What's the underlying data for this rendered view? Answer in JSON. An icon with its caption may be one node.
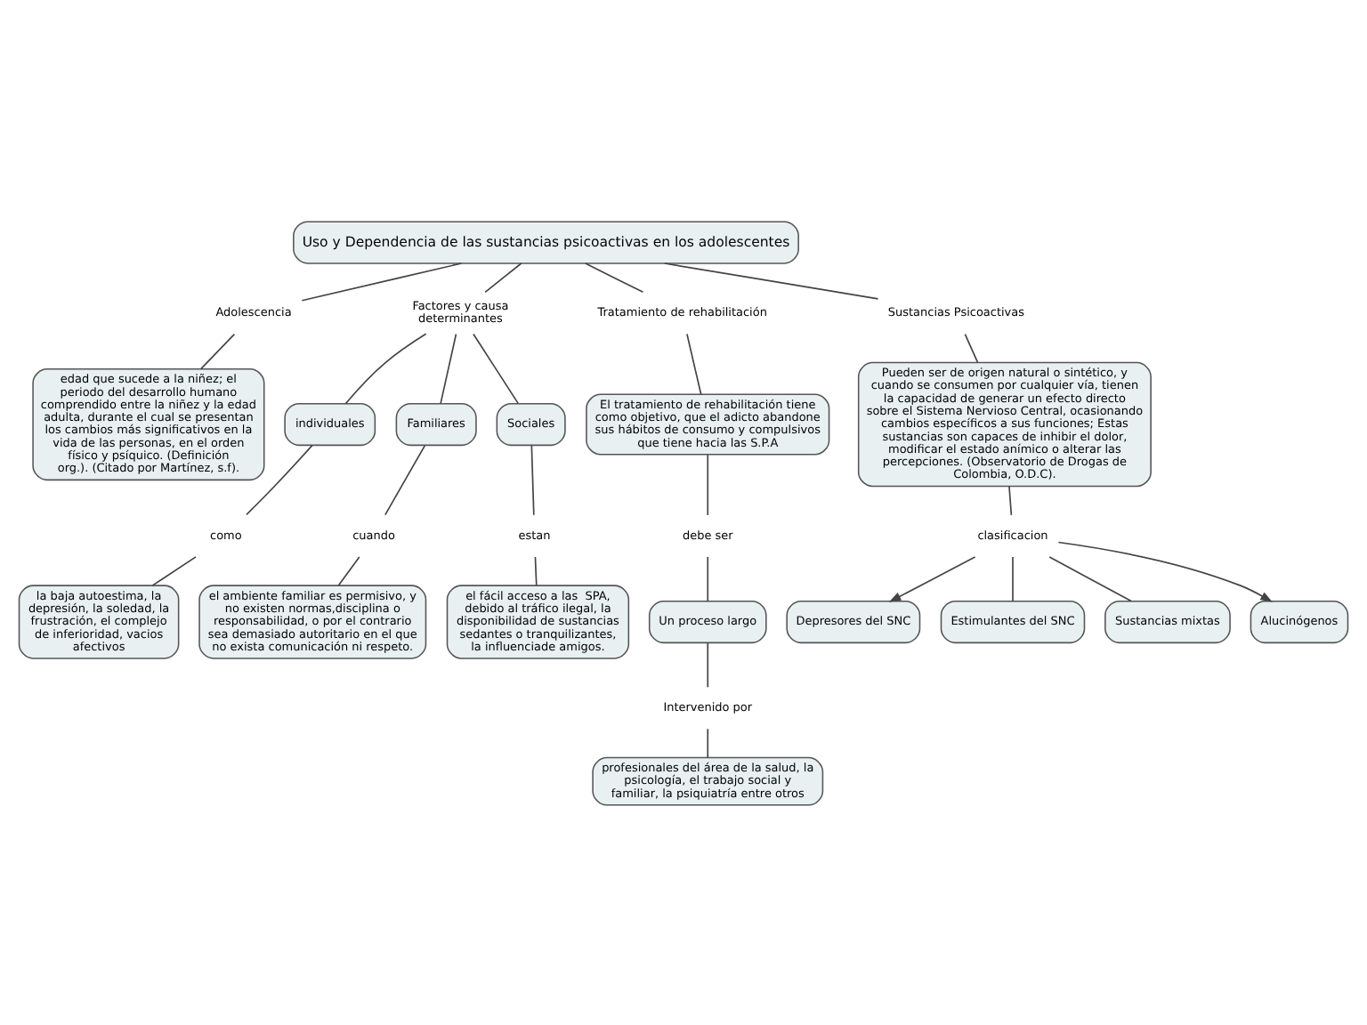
{
  "diagram": {
    "nodes": [
      {
        "text": [
          "Uso y Dependencia de las sustancias psicoactivas en los adolescentes"
        ]
      },
      {
        "text": [
          "Adolescencia"
        ]
      },
      {
        "text": [
          "Factores y causa determinantes"
        ]
      },
      {
        "text": [
          "Tratamiento de rehabilitación"
        ]
      },
      {
        "text": [
          "Sustancias Psicoactivas"
        ]
      },
      {
        "text": [
          "edad que sucede a la niñez; el periodo del desarrollo humano comprendido entre la niñez y la edad adulta, durante el cual se presentan los cambios más significativos en la vida de las personas, en el orden físico y psíquico. (Definición org.). (Citado por Martínez, s.f)."
        ]
      },
      {
        "text": [
          "individuales"
        ]
      },
      {
        "text": [
          "Familiares"
        ]
      },
      {
        "text": [
          "Sociales"
        ]
      },
      {
        "text": [
          "El tratamiento de rehabilitación tiene como objetivo, que el adicto abandone sus hábitos de consumo y compulsivos que tiene hacia las S.P.A"
        ]
      },
      {
        "text": [
          "Pueden ser de origen natural o sintético, y cuando se consumen por cualquier vía, tienen la capacidad de generar un efecto directo sobre el Sistema Nervioso Central, ocasionando cambios específicos a sus funciones; Estas sustancias son capaces de inhibir el dolor, modificar el estado anímico o alterar las percepciones. (Observatorio de Drogas de Colombia, O.D.C)."
        ]
      },
      {
        "text": [
          "como"
        ]
      },
      {
        "text": [
          "cuando"
        ]
      },
      {
        "text": [
          "estan"
        ]
      },
      {
        "text": [
          "la baja autoestima, la depresión, la soledad, la frustración, el complejo de inferioridad, vacios afectivos"
        ]
      },
      {
        "text": [
          "el ambiente familiar es permisivo, y no existen normas,disciplina o responsabilidad, o por el contrario sea demasiado autoritario en el que no exista comunicación ni respeto."
        ]
      },
      {
        "text": [
          "el fácil acceso a las  SPA, debido al tráfico ilegal, la disponibilidad de sustancias sedantes o tranquilizantes, la influenciade amigos."
        ]
      },
      {
        "text": [
          "debe ser"
        ]
      },
      {
        "text": [
          "Un proceso largo"
        ]
      },
      {
        "text": [
          "Intervenido por"
        ]
      },
      {
        "text": [
          "profesionales del área de la salud, la psicología, el trabajo social y familiar, la psiquiatría entre otros"
        ]
      },
      {
        "text": [
          "clasificacion"
        ]
      },
      {
        "text": [
          "Depresores del SNC"
        ]
      },
      {
        "text": [
          "Estimulantes del SNC"
        ]
      },
      {
        "text": [
          "Sustancias mixtas"
        ]
      },
      {
        "text": [
          "Alucinógenos"
        ]
      }
    ],
    "edges": [
      {
        "from": 0,
        "to": 1,
        "arrow": "none"
      },
      {
        "from": 0,
        "to": 2,
        "arrow": "none"
      },
      {
        "from": 0,
        "to": 3,
        "arrow": "none"
      },
      {
        "from": 0,
        "to": 4,
        "arrow": "none"
      },
      {
        "from": 1,
        "to": 5,
        "arrow": "none"
      },
      {
        "from": 2,
        "to": 6,
        "arrow": "none"
      },
      {
        "from": 2,
        "to": 7,
        "arrow": "none"
      },
      {
        "from": 2,
        "to": 8,
        "arrow": "none"
      },
      {
        "from": 3,
        "to": 9,
        "arrow": "none"
      },
      {
        "from": 4,
        "to": 10,
        "arrow": "none"
      },
      {
        "from": 6,
        "to": 11,
        "arrow": "none"
      },
      {
        "from": 11,
        "to": 14,
        "arrow": "none"
      },
      {
        "from": 7,
        "to": 12,
        "arrow": "none"
      },
      {
        "from": 12,
        "to": 15,
        "arrow": "none"
      },
      {
        "from": 8,
        "to": 13,
        "arrow": "none"
      },
      {
        "from": 13,
        "to": 16,
        "arrow": "none"
      },
      {
        "from": 9,
        "to": 17,
        "arrow": "none"
      },
      {
        "from": 17,
        "to": 18,
        "arrow": "none"
      },
      {
        "from": 18,
        "to": 19,
        "arrow": "none"
      },
      {
        "from": 19,
        "to": 20,
        "arrow": "none"
      },
      {
        "from": 10,
        "to": 21,
        "arrow": "none"
      },
      {
        "from": 21,
        "to": 22,
        "arrow": "to"
      },
      {
        "from": 21,
        "to": 23,
        "arrow": "none"
      },
      {
        "from": 21,
        "to": 24,
        "arrow": "none"
      },
      {
        "from": 21,
        "to": 25,
        "arrow": "to"
      }
    ]
  }
}
